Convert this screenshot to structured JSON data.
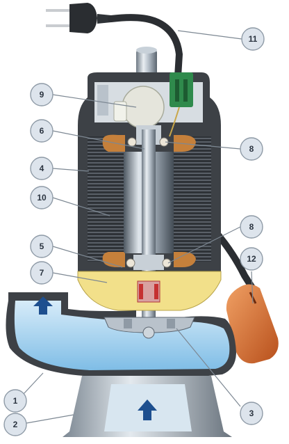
{
  "callouts": [
    {
      "id": "1",
      "label": "1"
    },
    {
      "id": "2",
      "label": "2"
    },
    {
      "id": "3",
      "label": "3"
    },
    {
      "id": "4",
      "label": "4"
    },
    {
      "id": "5",
      "label": "5"
    },
    {
      "id": "6",
      "label": "6"
    },
    {
      "id": "7",
      "label": "7"
    },
    {
      "id": "8a",
      "label": "8"
    },
    {
      "id": "8b",
      "label": "8"
    },
    {
      "id": "9",
      "label": "9"
    },
    {
      "id": "10",
      "label": "10"
    },
    {
      "id": "11",
      "label": "11"
    },
    {
      "id": "12",
      "label": "12"
    }
  ],
  "colors": {
    "motor_housing": "#3d4146",
    "water": "#a9d3ef",
    "oil": "#f2e08a",
    "float": "#d9682a",
    "cable_connector": "#2f8a4c",
    "steel": "#b9c2cb"
  }
}
